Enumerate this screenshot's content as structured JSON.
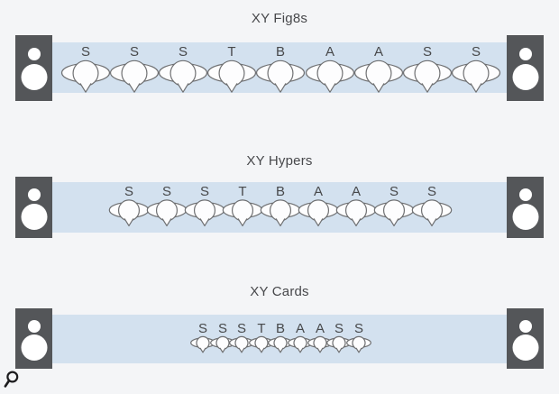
{
  "panels": [
    {
      "title": "XY Fig8s",
      "letters": [
        "S",
        "S",
        "S",
        "T",
        "B",
        "A",
        "A",
        "S",
        "S"
      ]
    },
    {
      "title": "XY Hypers",
      "letters": [
        "S",
        "S",
        "S",
        "T",
        "B",
        "A",
        "A",
        "S",
        "S"
      ]
    },
    {
      "title": "XY Cards",
      "letters": [
        "S",
        "S",
        "S",
        "T",
        "B",
        "A",
        "A",
        "S",
        "S"
      ]
    }
  ],
  "icons": {
    "zoom": "magnifier"
  },
  "colors": {
    "background": "#f4f5f7",
    "band": "#d3e1ef",
    "speaker": "#545659",
    "head_fill": "#fdfdfe",
    "head_outline": "#6f7072",
    "text": "#47484a"
  }
}
